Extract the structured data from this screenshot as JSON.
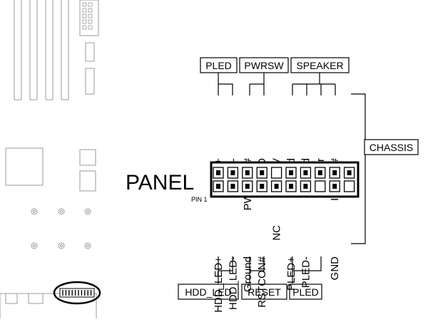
{
  "diagram": {
    "title": "PANEL",
    "pin1_label": "PIN 1",
    "top_groups": [
      "PLED",
      "PWRSW",
      "SPEAKER"
    ],
    "side_group": "CHASSIS",
    "bottom_groups": [
      "HDD_LED",
      "RESET",
      "PLED"
    ],
    "top_pins": [
      "PLED+",
      "PLED-",
      "PWRBTN#",
      "GND",
      "+5V",
      "Ground",
      "Ground",
      "Speaker",
      "Intruder#"
    ],
    "bottom_pins": [
      "HDD_LED+",
      "HDD_LED-",
      "Ground",
      "RSTCON#",
      "NC",
      "PLED+",
      "PLED-",
      "",
      "GND"
    ],
    "top_pin_present": [
      true,
      true,
      true,
      true,
      false,
      true,
      true,
      true,
      true,
      true
    ],
    "bottom_pin_present": [
      true,
      true,
      true,
      true,
      true,
      true,
      true,
      false,
      true,
      false
    ]
  },
  "colors": {
    "line": "#000000",
    "board": "#9a9a9a",
    "header": "#000000"
  }
}
